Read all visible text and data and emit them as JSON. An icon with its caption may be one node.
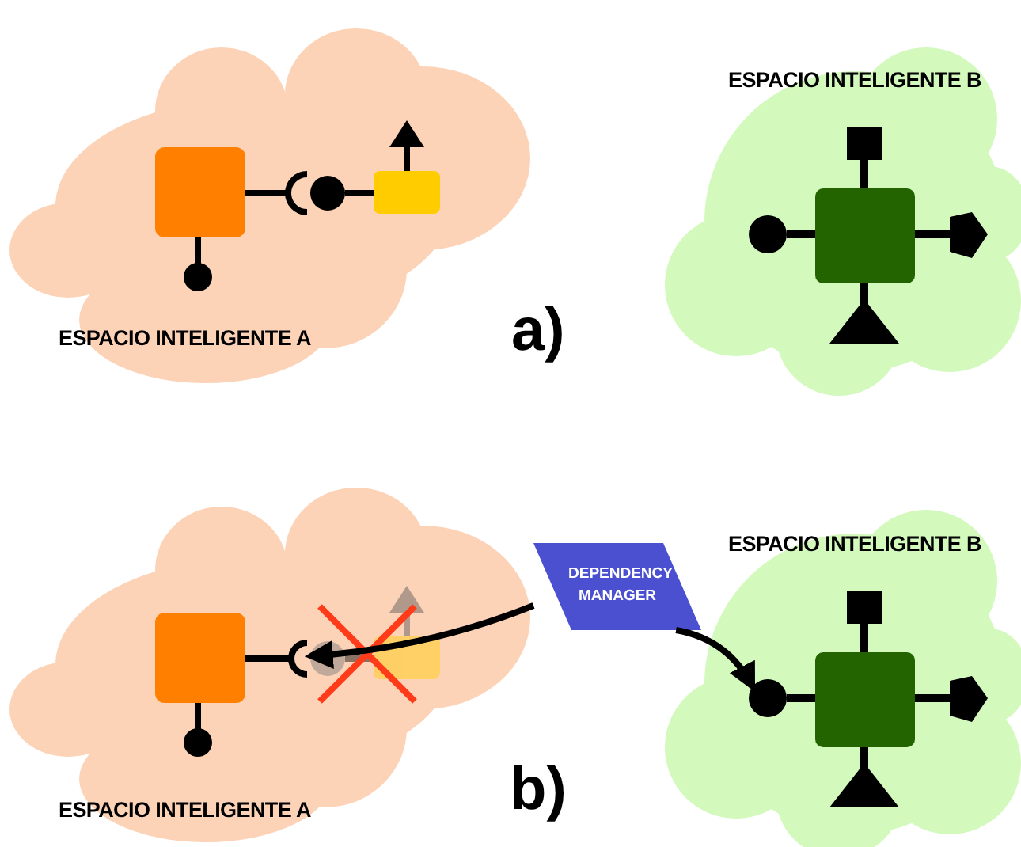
{
  "diagram": {
    "nodes": [
      {
        "text": [
          "ESPACIO INTELIGENTE A"
        ]
      },
      {
        "text": [
          "ESPACIO INTELIGENTE B"
        ]
      },
      {
        "text": [
          "ESPACIO INTELIGENTE A"
        ]
      },
      {
        "text": [
          "DEPENDENCY MANAGER"
        ]
      },
      {
        "text": [
          "ESPACIO INTELIGENTE B"
        ]
      },
      {
        "text": [],
        "shape": "arc",
        "in": 2
      },
      {
        "text": [],
        "shape": "circle",
        "in": 4
      }
    ],
    "edges": [
      {
        "from": 3,
        "to": 5,
        "arrow": "to"
      },
      {
        "from": 3,
        "to": 6,
        "arrow": "to"
      }
    ],
    "labels": [
      "a)",
      "b)"
    ]
  }
}
